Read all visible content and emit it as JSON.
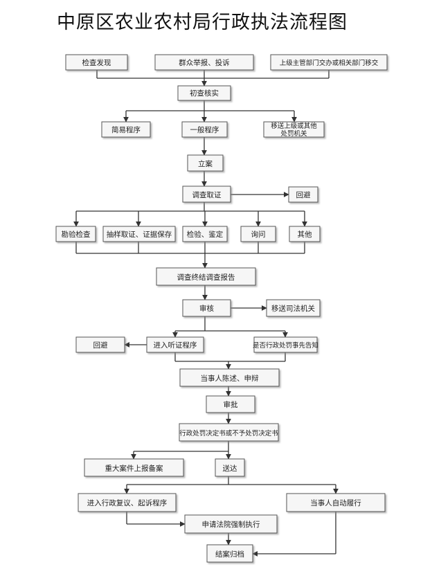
{
  "title": "中原区农业农村局行政执法流程图",
  "nodes": {
    "jiancha_faxian": "检查发现",
    "qunzhong_jubao": "群众举报、投诉",
    "shangji_jiaoban": "上级主管部门交办或相关部门移交",
    "chucha_heshi": "初查核实",
    "jianyi_chengxu": "简易程序",
    "yiban_chengxu": "一般程序",
    "yisong_1": "移送上级或其他",
    "yisong_2": "处罚机关",
    "lian": "立案",
    "diaocha_quzheng": "调查取证",
    "huibi_1": "回避",
    "kanyan_jiancha": "勘验检查",
    "chouyang_quzheng": "抽样取证、证据保存",
    "jianyan_jianding": "检验、鉴定",
    "xunwen": "询问",
    "qita": "其他",
    "diaocha_baogao": "调查终结调查报告",
    "shenhe": "审核",
    "yisong_sifa": "移送司法机关",
    "huibi_2": "回避",
    "tingzheng": "进入听证程序",
    "gaozhi": "是否行政处罚事先告知",
    "chenshu_shenbian": "当事人陈述、申辩",
    "shenpi": "审批",
    "jueding_shu": "行政处罚决定书或不予处罚决定书",
    "zhongda_beian": "重大案件上报备案",
    "songda": "送达",
    "fuyi_susong": "进入行政复议、起诉程序",
    "zidong_lvxing": "当事人自动履行",
    "qiangzhi_zhixing": "申请法院强制执行",
    "jiean_guidang": "结案归档"
  }
}
